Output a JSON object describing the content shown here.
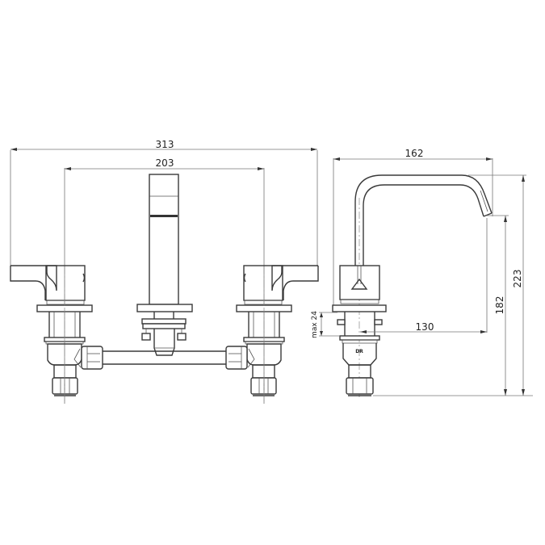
{
  "drawing": {
    "subject": "Three-hole basin mixer tap technical drawing",
    "views": [
      "front-view",
      "side-view"
    ],
    "line_color": "#3a3a3a",
    "dimension_color": "#777777"
  },
  "dimensions": {
    "overall_width": "313",
    "tap_centers": "203",
    "side_depth": "162",
    "spout_reach": "130",
    "overall_height": "223",
    "spout_outlet_height": "182",
    "max_deck_thickness": "max 24"
  },
  "markings": {
    "body_stamp": "DR"
  }
}
